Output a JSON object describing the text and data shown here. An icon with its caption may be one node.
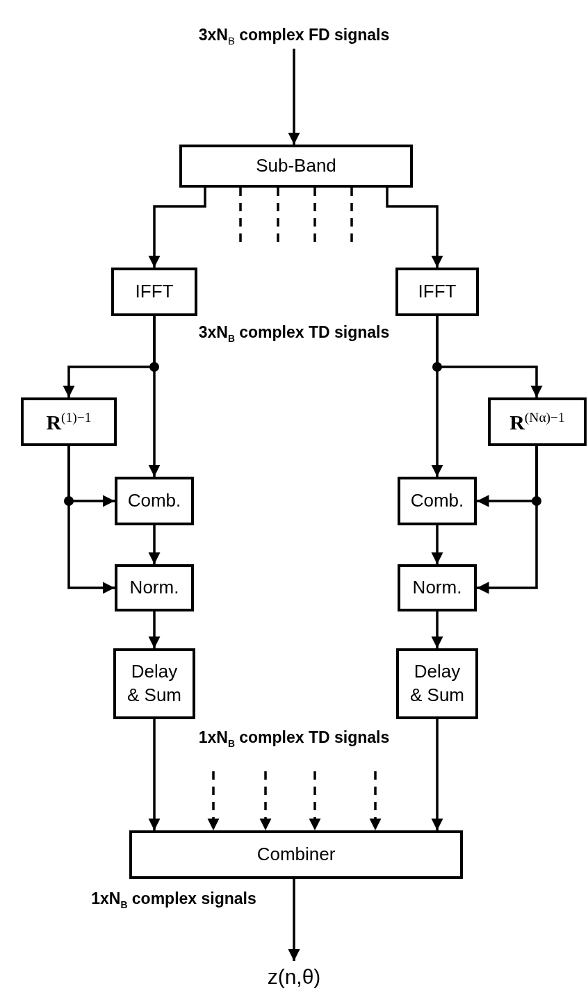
{
  "diagram": {
    "nodes": [
      {
        "text": [
          "3xN$_{B}$ complex FD signals"
        ]
      },
      {
        "text": [
          "Sub-Band"
        ]
      },
      {
        "text": [
          "IFFT"
        ]
      },
      {
        "text": [
          "IFFT"
        ]
      },
      {
        "text": [
          "**R**$^{(1)−1}$"
        ]
      },
      {
        "text": [
          "**R**$^{(Nα)−1}$"
        ]
      },
      {
        "text": [
          "Comb."
        ]
      },
      {
        "text": [
          "Comb."
        ]
      },
      {
        "text": [
          "Norm."
        ]
      },
      {
        "text": [
          "Norm."
        ]
      },
      {
        "text": [
          "Delay & Sum"
        ]
      },
      {
        "text": [
          "Delay & Sum"
        ]
      },
      {
        "text": [
          "Combiner"
        ]
      },
      {
        "text": [
          "z(n,θ)"
        ]
      }
    ],
    "edges": [
      {
        "from": 0,
        "to": 1,
        "arrow": "to"
      },
      {
        "from": 1,
        "to": 2,
        "arrow": "to"
      },
      {
        "from": 1,
        "to": 3,
        "arrow": "to"
      },
      {
        "from": 1,
        "to": null,
        "arrow": "none",
        "style": "dashed"
      },
      {
        "from": 1,
        "to": null,
        "arrow": "none",
        "style": "dashed"
      },
      {
        "from": 1,
        "to": null,
        "arrow": "none",
        "style": "dashed"
      },
      {
        "from": 1,
        "to": null,
        "arrow": "none",
        "style": "dashed"
      },
      {
        "from": 2,
        "to": 4,
        "arrow": "to"
      },
      {
        "from": 2,
        "to": 6,
        "arrow": "to"
      },
      {
        "from": 3,
        "to": 5,
        "arrow": "to"
      },
      {
        "from": 3,
        "to": 7,
        "arrow": "to"
      },
      {
        "from": 4,
        "to": 6,
        "arrow": "to"
      },
      {
        "from": 4,
        "to": 8,
        "arrow": "to"
      },
      {
        "from": 5,
        "to": 7,
        "arrow": "to"
      },
      {
        "from": 5,
        "to": 9,
        "arrow": "to"
      },
      {
        "from": 6,
        "to": 8,
        "arrow": "to"
      },
      {
        "from": 7,
        "to": 9,
        "arrow": "to"
      },
      {
        "from": 8,
        "to": 10,
        "arrow": "to"
      },
      {
        "from": 9,
        "to": 11,
        "arrow": "to"
      },
      {
        "from": 10,
        "to": 12,
        "arrow": "to"
      },
      {
        "from": 11,
        "to": 12,
        "arrow": "to"
      },
      {
        "from": null,
        "to": 12,
        "arrow": "to",
        "style": "dashed"
      },
      {
        "from": null,
        "to": 12,
        "arrow": "to",
        "style": "dashed"
      },
      {
        "from": null,
        "to": 12,
        "arrow": "to",
        "style": "dashed"
      },
      {
        "from": null,
        "to": 12,
        "arrow": "to",
        "style": "dashed"
      },
      {
        "from": 12,
        "to": 13,
        "arrow": "to"
      }
    ],
    "labels": [
      "3xN$_{B}$ complex TD signals",
      "1xN$_{B}$ complex TD signals",
      "1xN$_{B}$ complex signals"
    ]
  }
}
